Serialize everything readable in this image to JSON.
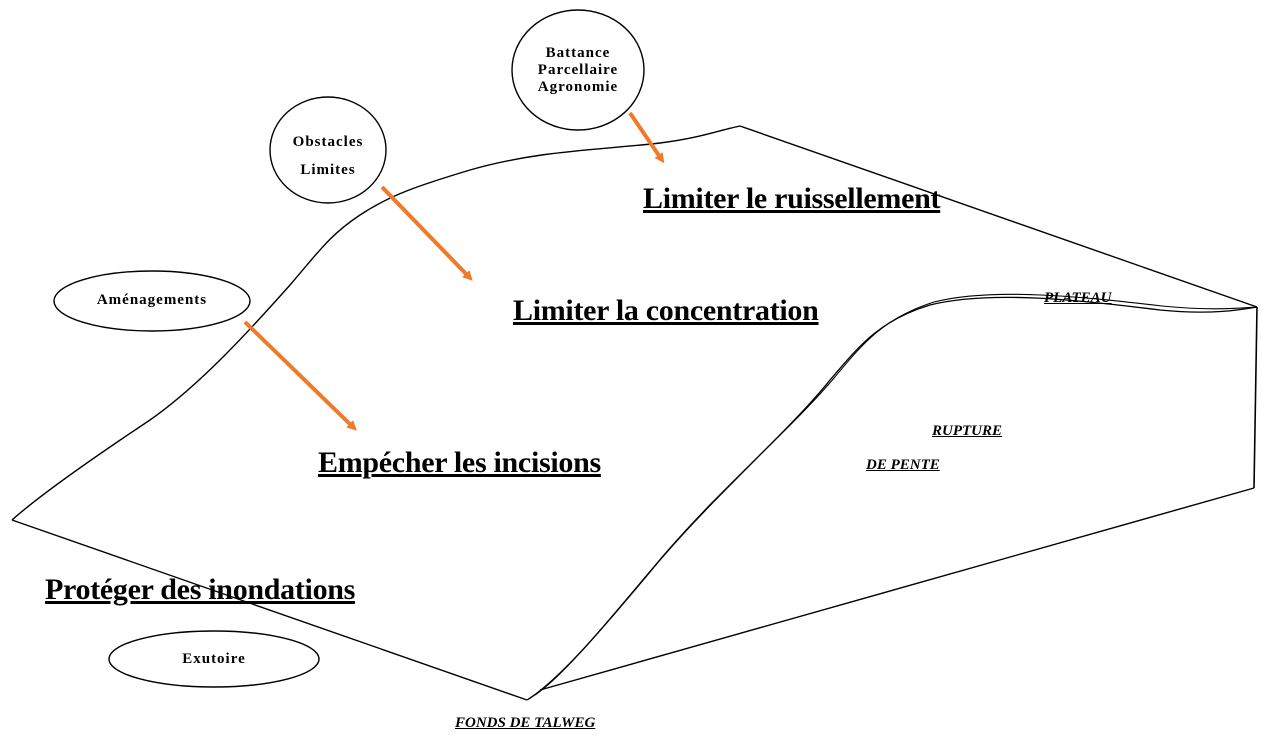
{
  "objectives": {
    "ruissellement": "Limiter le ruissellement",
    "concentration": "Limiter la concentration",
    "incisions": "Empécher les incisions",
    "inondations": "Protéger des inondations"
  },
  "zones": {
    "plateau": "PLATEAU",
    "rupture_line1": "RUPTURE",
    "rupture_line2": "DE PENTE",
    "talweg": "FONDS DE TALWEG"
  },
  "bubbles": {
    "battance": [
      "Battance",
      "Parcellaire",
      "Agronomie"
    ],
    "obstacles": [
      "Obstacles",
      "Limites"
    ],
    "amenagements": [
      "Aménagements"
    ],
    "exutoire": [
      "Exutoire"
    ]
  },
  "colors": {
    "arrow": "#f07a2a",
    "line": "#000000"
  }
}
